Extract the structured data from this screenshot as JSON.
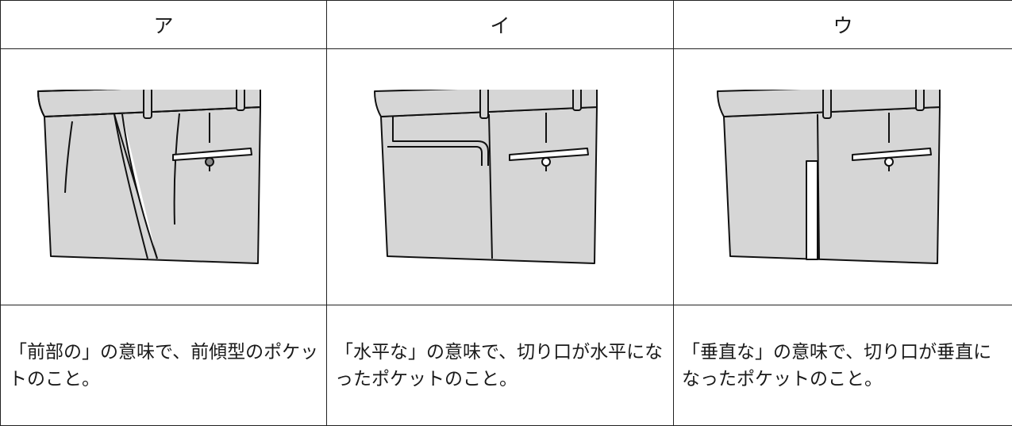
{
  "columns": [
    {
      "label": "ア",
      "image": "pants-slanted-front-pocket",
      "caption": "「前部の」の意味で、前傾型のポケットのこと。"
    },
    {
      "label": "イ",
      "image": "pants-horizontal-pocket",
      "caption": "「水平な」の意味で、切り口が水平になったポケットのこと。"
    },
    {
      "label": "ウ",
      "image": "pants-vertical-pocket",
      "caption": "「垂直な」の意味で、切り口が垂直になったポケットのこと。"
    }
  ]
}
